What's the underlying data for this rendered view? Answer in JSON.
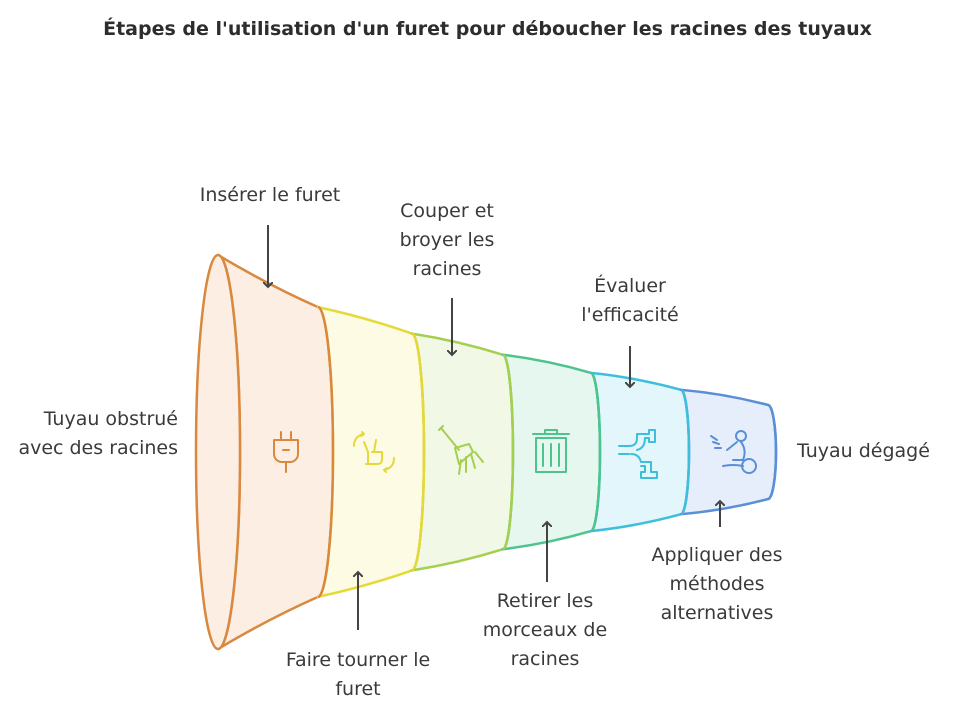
{
  "title": "Étapes de l'utilisation d'un furet pour déboucher les racines des tuyaux",
  "start_label": "Tuyau obstrué avec des racines",
  "end_label": "Tuyau dégagé",
  "steps": [
    {
      "label": "Insérer le furet",
      "icon": "plug-icon",
      "color": "#d9883f",
      "fill": "#fdeee3"
    },
    {
      "label": "Faire tourner le furet",
      "icon": "rotate-hand-icon",
      "color": "#e5d93a",
      "fill": "#fdfbe3"
    },
    {
      "label": "Couper et broyer les racines",
      "icon": "rake-icon",
      "color": "#a5cf4f",
      "fill": "#f1f8e5"
    },
    {
      "label": "Retirer les morceaux de racines",
      "icon": "trash-icon",
      "color": "#4ec38b",
      "fill": "#e6f7ef"
    },
    {
      "label": "Évaluer l'efficacité",
      "icon": "pipe-icon",
      "color": "#3dbfdc",
      "fill": "#e3f6fb"
    },
    {
      "label": "Appliquer des méthodes alternatives",
      "icon": "plumber-icon",
      "color": "#5a8fd6",
      "fill": "#e6eefb"
    }
  ]
}
